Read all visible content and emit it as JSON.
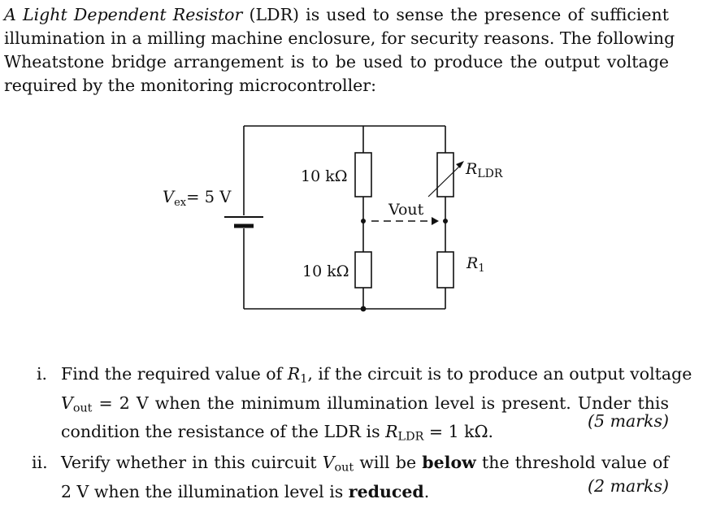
{
  "intro": {
    "line1_em": "A Light Dependent Resistor",
    "line1_rest": "(LDR) is used to sense the presence of sufficient",
    "line2": "illumination in a milling machine enclosure, for security reasons. The following",
    "line3": "Wheatstone bridge arrangement is to be used to produce the output voltage",
    "line4": "required by the monitoring microcontroller:"
  },
  "circuit": {
    "source_label": "V",
    "source_sub": "ex",
    "source_value": "= 5 V",
    "r_top_left": "10 kΩ",
    "r_bottom_left": "10 kΩ",
    "vout_label": "Vout",
    "r_ldr_label": "R",
    "r_ldr_sub": "LDR",
    "r1_label": "R",
    "r1_sub": "1"
  },
  "questions": [
    {
      "num": "i.",
      "l1a": "Find the required value of ",
      "l1var": "R",
      "l1sub": "1",
      "l1b": ", if the circuit is to produce an output voltage",
      "l2var": "V",
      "l2sub": "out",
      "l2b": " = 2 V when the minimum illumination level is present. Under this",
      "l3a": "condition the resistance of the LDR is ",
      "l3var": "R",
      "l3sub": "LDR",
      "l3b": " = 1 kΩ.",
      "marks": "(5 marks)"
    },
    {
      "num": "ii.",
      "l1a": "Verify whether in this cuircuit ",
      "l1var": "V",
      "l1sub": "out",
      "l1b": " will be ",
      "l1bold": "below",
      "l1c": " the threshold value of",
      "l2a": "2 V when the illumination level is ",
      "l2bold": "reduced",
      "l2b": ".",
      "marks": "(2 marks)"
    }
  ]
}
